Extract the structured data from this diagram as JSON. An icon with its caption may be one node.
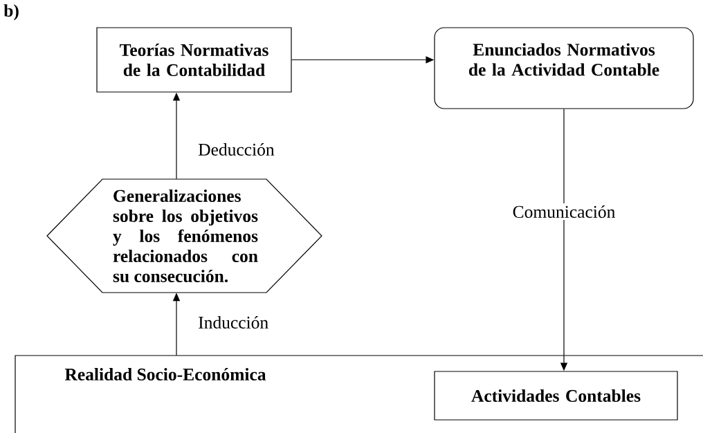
{
  "diagram": {
    "nodes": [
      {
        "text": [
          "Teorías Normativas de la Contabilidad"
        ]
      },
      {
        "text": [
          "Enunciados Normativos de la Actividad Contable"
        ]
      },
      {
        "text": [
          "Generalizaciones sobre los objetivos y los fenómenos relacionados con su consecución."
        ]
      },
      {
        "text": [
          "Realidad Socio-Económica"
        ]
      },
      {
        "text": [
          "Actividades Contables"
        ],
        "in": 3
      }
    ],
    "edges": [
      {
        "from": 0,
        "to": 1,
        "arrow": "to"
      },
      {
        "from": 2,
        "to": 0,
        "arrow": "to",
        "label": "Deducción"
      },
      {
        "from": 3,
        "to": 2,
        "arrow": "to",
        "label": "Inducción"
      },
      {
        "from": 1,
        "to": 4,
        "arrow": "to",
        "label": "Comunicación"
      }
    ],
    "labels": [
      "b)"
    ]
  }
}
